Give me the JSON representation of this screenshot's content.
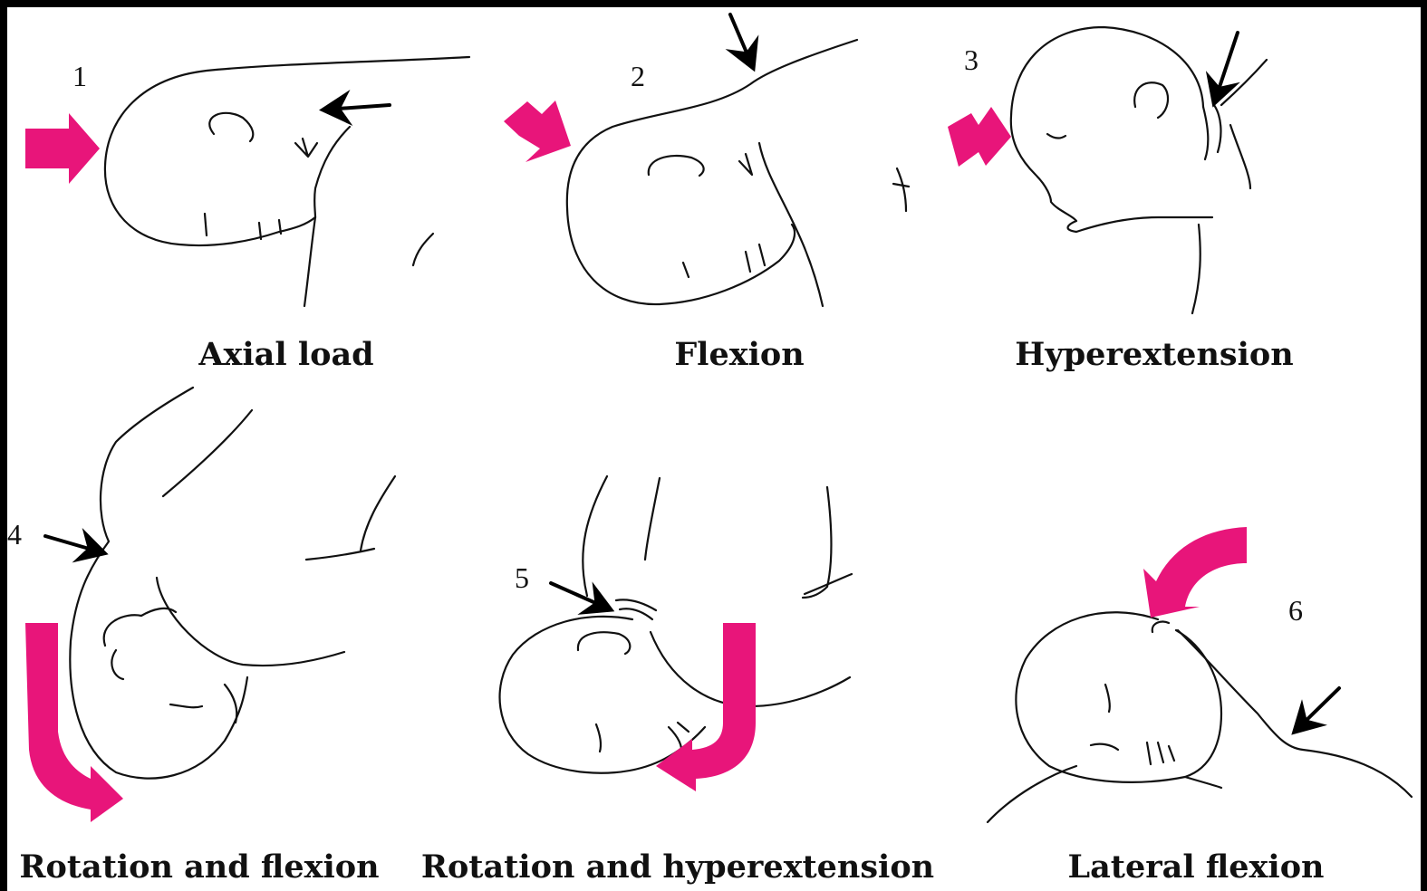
{
  "colors": {
    "accent": "#e8157a",
    "ink": "#111111",
    "background": "#ffffff",
    "frame": "#000000"
  },
  "panels": [
    {
      "number": "1",
      "caption": "Axial load"
    },
    {
      "number": "2",
      "caption": "Flexion"
    },
    {
      "number": "3",
      "caption": "Hyperextension"
    },
    {
      "number": "4",
      "caption": "Rotation and flexion"
    },
    {
      "number": "5",
      "caption": "Rotation and hyperextension"
    },
    {
      "number": "6",
      "caption": "Lateral flexion"
    }
  ]
}
